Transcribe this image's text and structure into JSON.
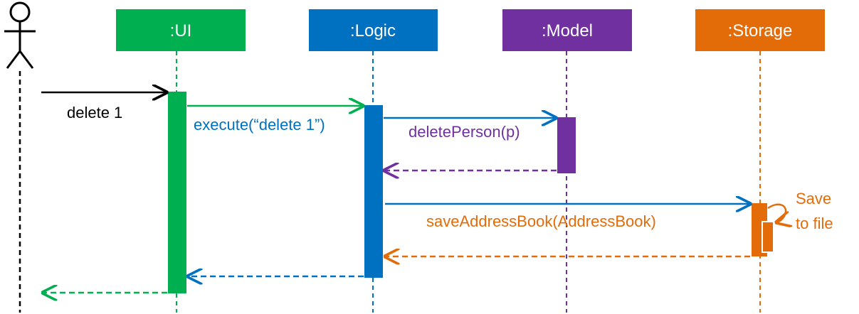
{
  "colors": {
    "ui": "#00B050",
    "logic": "#0070C0",
    "model": "#7030A0",
    "storage": "#E36C09",
    "actor": "#000000"
  },
  "participants": {
    "ui": ":UI",
    "logic": ":Logic",
    "model": ":Model",
    "storage": ":Storage"
  },
  "messages": {
    "delete_cmd": "delete 1",
    "execute": "execute(“delete 1”)",
    "delete_person": "deletePerson(p)",
    "save_address_book": "saveAddressBook(AddressBook)",
    "save_to_file_line1": "Save",
    "save_to_file_line2": "to file"
  }
}
